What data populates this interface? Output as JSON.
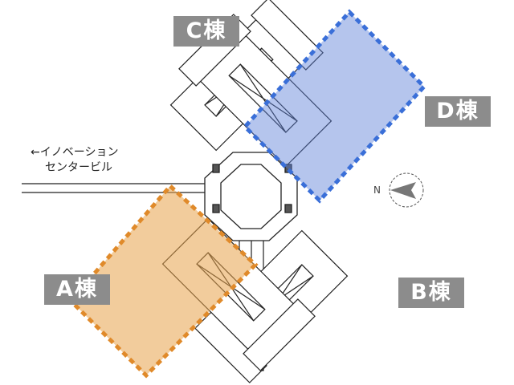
{
  "buildings": [
    {
      "id": "A",
      "label": "A棟",
      "highlight": "#e8a24a"
    },
    {
      "id": "B",
      "label": "B棟",
      "highlight": null
    },
    {
      "id": "C",
      "label": "C棟",
      "highlight": null
    },
    {
      "id": "D",
      "label": "D棟",
      "highlight": "#5b7fd6"
    }
  ],
  "annotation": {
    "line1": "←イノベーション",
    "line2": "センタービル"
  },
  "compass": {
    "label": "N",
    "direction": "west"
  },
  "colors": {
    "label_bg": "#8c8c8c",
    "line": "#222222"
  }
}
